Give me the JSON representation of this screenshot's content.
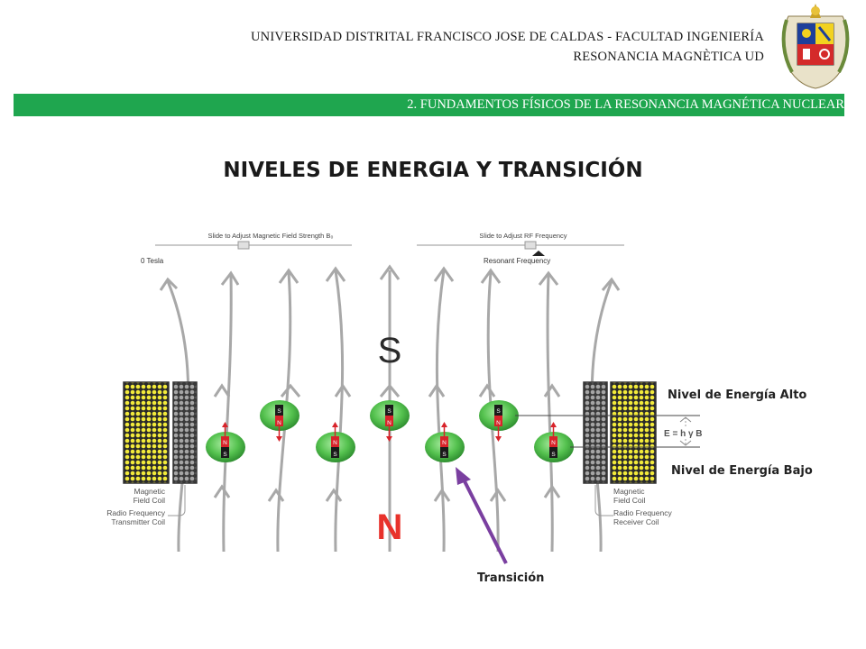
{
  "header": {
    "line1": "UNIVERSIDAD DISTRITAL FRANCISCO JOSE DE CALDAS - FACULTAD INGENIERÍA",
    "line2": "RESONANCIA MAGNÈTICA UD"
  },
  "section_bar": {
    "text": "2.   FUNDAMENTOS FÍSICOS DE LA RESONANCIA MAGNÉTICA NUCLEAR"
  },
  "slide": {
    "title": "NIVELES DE ENERGIA Y TRANSICIÓN"
  },
  "diagram": {
    "slider_field_label": "Slide to Adjust Magnetic Field Strength B₀",
    "slider_field_value": "0 Tesla",
    "slider_rf_label": "Slide to Adjust RF Frequency",
    "slider_rf_value": "Resonant Frequency",
    "pole_south": "S",
    "pole_north": "N",
    "left_coil_label_1": "Magnetic",
    "left_coil_label_2": "Field Coil",
    "left_rf_label_1": "Radio Frequency",
    "left_rf_label_2": "Transmitter Coil",
    "right_coil_label_1": "Magnetic",
    "right_coil_label_2": "Field Coil",
    "right_rf_label_1": "Radio Frequency",
    "right_rf_label_2": "Receiver Coil",
    "equation": "E = h γ B",
    "magnet_letter_n": "N",
    "magnet_letter_s": "S",
    "colors": {
      "coil_yellow": "#f2ea3a",
      "coil_gray": "#9a9a9a",
      "field_line": "#a8a8a8",
      "nucleus_green": "#55c24f",
      "magnet_red": "#d8232a",
      "north_red": "#e8322b",
      "arrow_purple": "#7a3fa0"
    }
  },
  "annotations": {
    "high_level": "Nivel de Energía Alto",
    "low_level": "Nivel de Energía Bajo",
    "transition": "Transición"
  }
}
